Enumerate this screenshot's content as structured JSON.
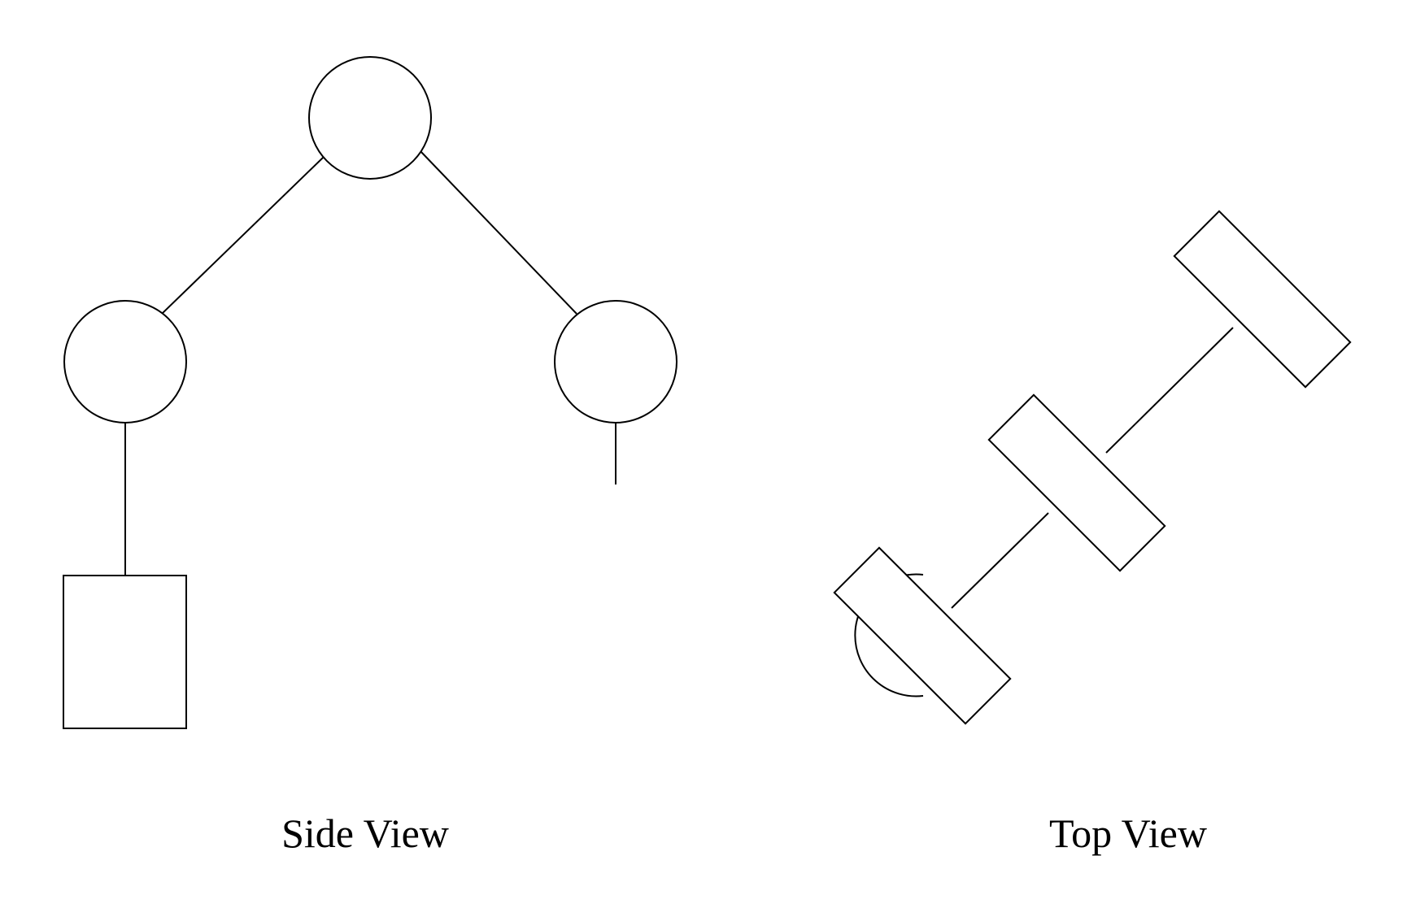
{
  "colors": {
    "background": "#ffffff",
    "line": "#000000",
    "fill": "#ffffff"
  },
  "captions": {
    "side_view": "Side View",
    "top_view": "Top View"
  },
  "diagrams": {
    "side_view": {
      "components": [
        "top-joint-circle",
        "left-joint-circle",
        "right-joint-circle",
        "left-link",
        "right-link",
        "left-drop-link",
        "right-drop-link",
        "base-box"
      ]
    },
    "top_view": {
      "components": [
        "base-semicircle",
        "lower-rectangle",
        "middle-rectangle",
        "upper-rectangle",
        "lower-connector",
        "upper-connector"
      ]
    }
  }
}
